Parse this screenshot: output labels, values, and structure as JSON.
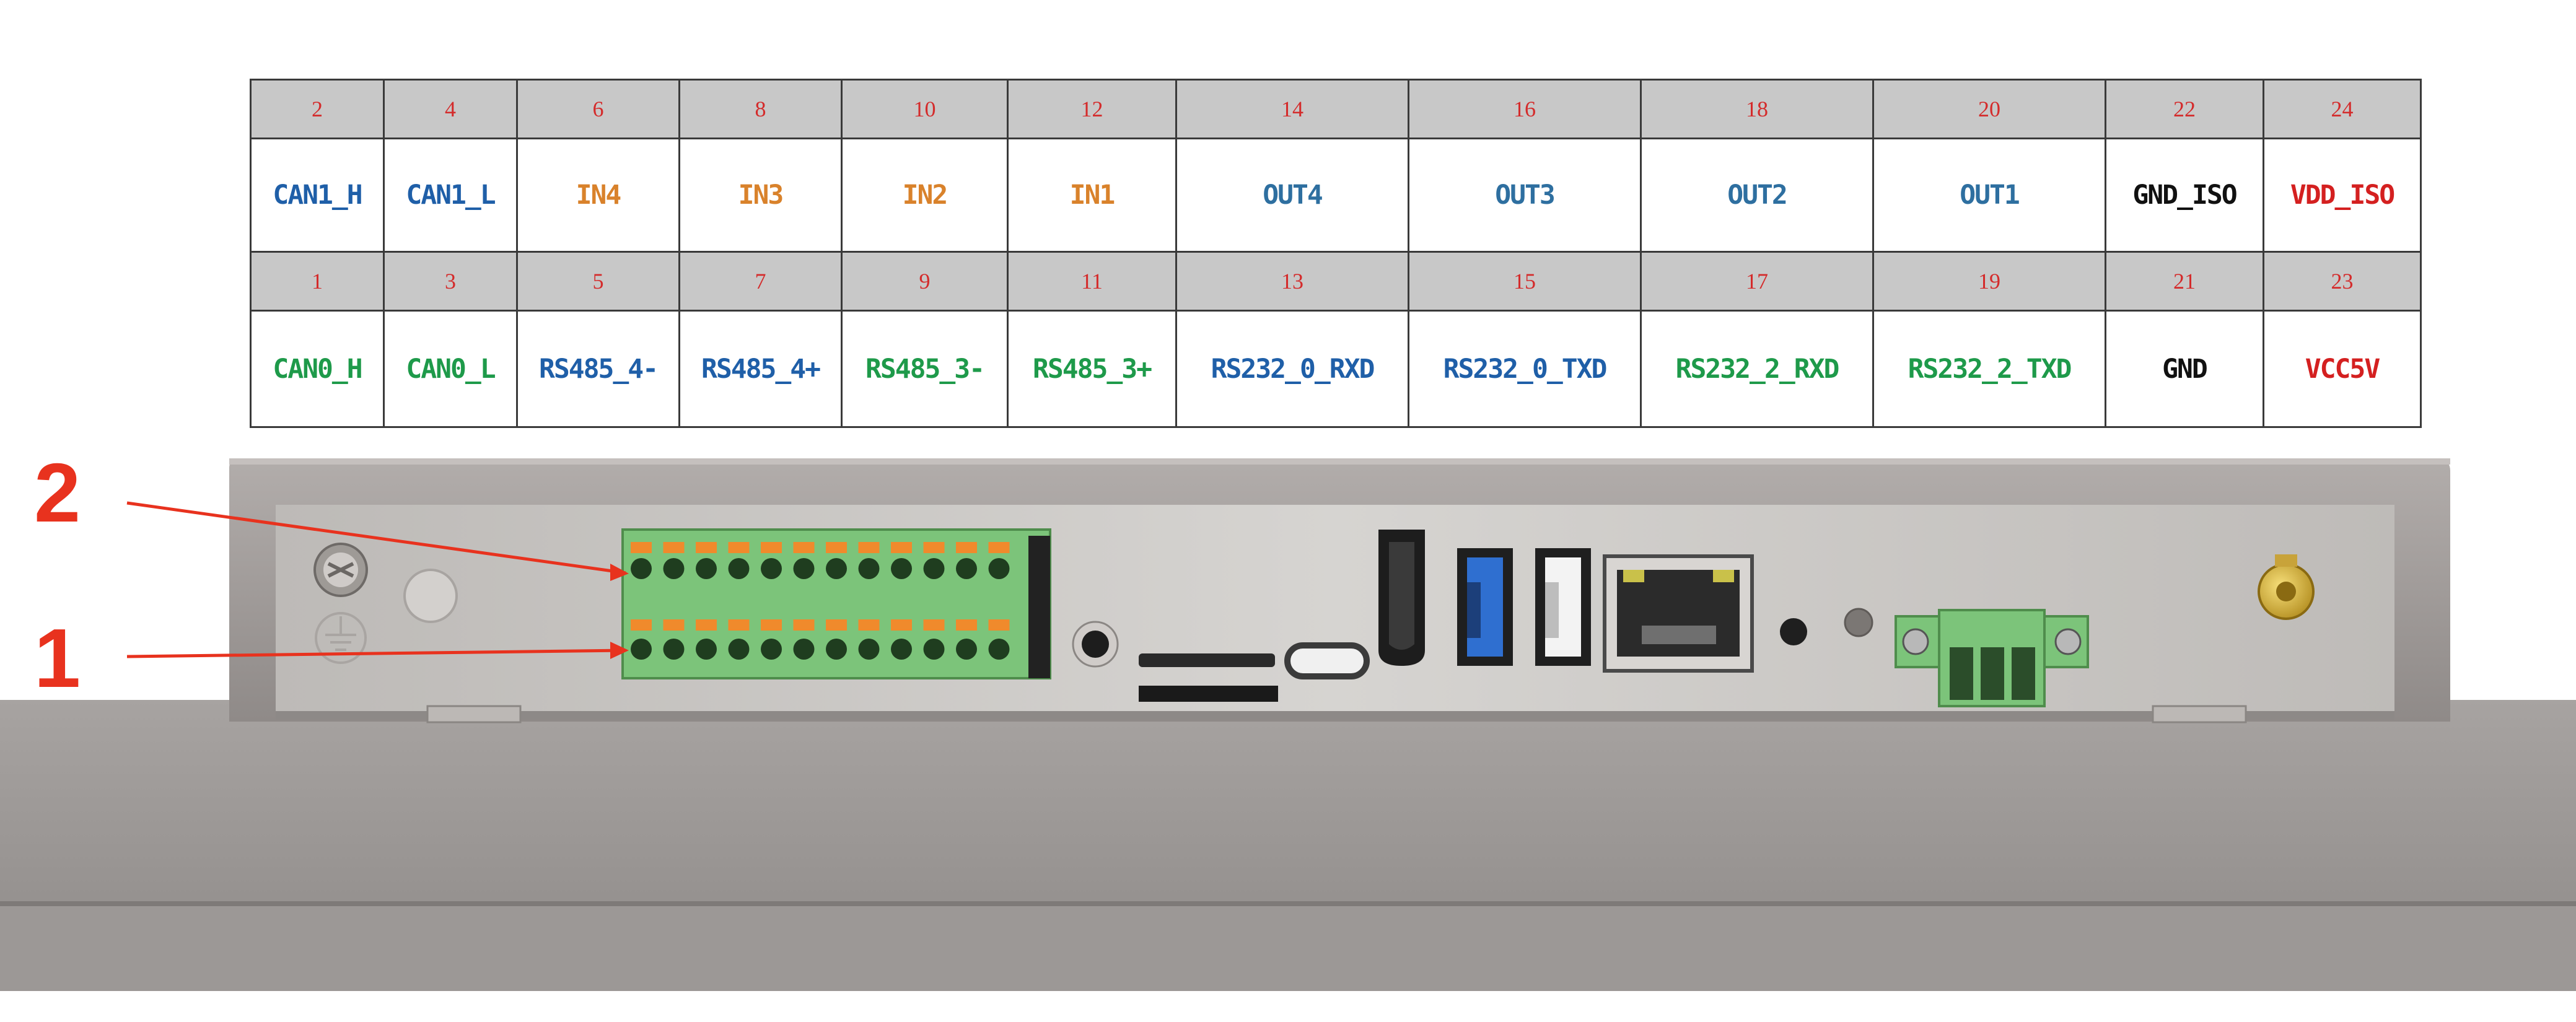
{
  "pin_table": {
    "top_numbers": [
      "2",
      "4",
      "6",
      "8",
      "10",
      "12",
      "14",
      "16",
      "18",
      "20",
      "22",
      "24"
    ],
    "top_signals": [
      {
        "label": "CAN1_H",
        "color": "#1f5fa8"
      },
      {
        "label": "CAN1_L",
        "color": "#1f5fa8"
      },
      {
        "label": "IN4",
        "color": "#d9822b"
      },
      {
        "label": "IN3",
        "color": "#d9822b"
      },
      {
        "label": "IN2",
        "color": "#d9822b"
      },
      {
        "label": "IN1",
        "color": "#d9822b"
      },
      {
        "label": "OUT4",
        "color": "#2e6fa0"
      },
      {
        "label": "OUT3",
        "color": "#2e6fa0"
      },
      {
        "label": "OUT2",
        "color": "#2e6fa0"
      },
      {
        "label": "OUT1",
        "color": "#2e6fa0"
      },
      {
        "label": "GND_ISO",
        "color": "#111111"
      },
      {
        "label": "VDD_ISO",
        "color": "#d42020"
      }
    ],
    "bottom_numbers": [
      "1",
      "3",
      "5",
      "7",
      "9",
      "11",
      "13",
      "15",
      "17",
      "19",
      "21",
      "23"
    ],
    "bottom_signals": [
      {
        "label": "CAN0_H",
        "color": "#1e9a4a"
      },
      {
        "label": "CAN0_L",
        "color": "#1e9a4a"
      },
      {
        "label": "RS485_4-",
        "color": "#1f5fa8"
      },
      {
        "label": "RS485_4+",
        "color": "#1f5fa8"
      },
      {
        "label": "RS485_3-",
        "color": "#1e9a4a"
      },
      {
        "label": "RS485_3+",
        "color": "#1e9a4a"
      },
      {
        "label": "RS232_0_RXD",
        "color": "#1f5fa8"
      },
      {
        "label": "RS232_0_TXD",
        "color": "#1f5fa8"
      },
      {
        "label": "RS232_2_RXD",
        "color": "#1e9a4a"
      },
      {
        "label": "RS232_2_TXD",
        "color": "#1e9a4a"
      },
      {
        "label": "GND",
        "color": "#111111"
      },
      {
        "label": "VCC5V",
        "color": "#d42020"
      }
    ]
  },
  "callouts": {
    "upper": "2",
    "lower": "1"
  },
  "colors": {
    "callout": "#e8321e",
    "terminal_green": "#7cc47a",
    "terminal_orange": "#f08a2c",
    "usb3_blue": "#2f6fd0",
    "bezel_gray": "#9a9593",
    "panel_steel": "#c9c7c4"
  }
}
